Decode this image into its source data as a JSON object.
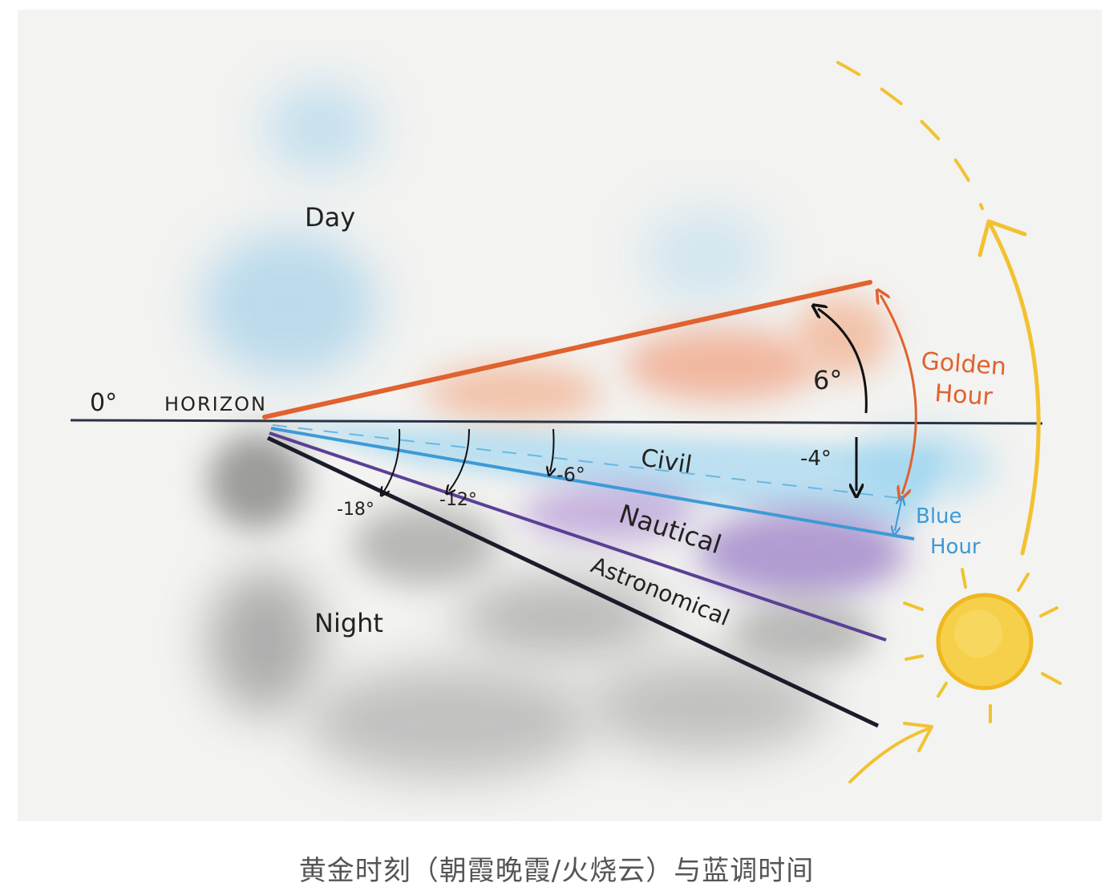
{
  "labels": {
    "zero_deg": "0°",
    "horizon": "HORIZON",
    "day": "Day",
    "night": "Night",
    "six_deg": "6°",
    "minus_four_deg": "-4°",
    "minus_six_deg": "-6°",
    "minus_twelve_deg": "-12°",
    "minus_eighteen_deg": "-18°",
    "civil": "Civil",
    "nautical": "Nautical",
    "astronomical": "Astronomical",
    "golden_hour_1": "Golden",
    "golden_hour_2": "Hour",
    "blue_hour_1": "Blue",
    "blue_hour_2": "Hour"
  },
  "caption": "黄金时刻（朝霞晚霞/火烧云）与蓝调时间",
  "colors": {
    "golden": "#e0622f",
    "civil_blue": "#3d9ad6",
    "nautical": "#5b3f95",
    "astro": "#1b1b2a",
    "sun": "#f2c230",
    "horizon_line": "#2a3345"
  }
}
